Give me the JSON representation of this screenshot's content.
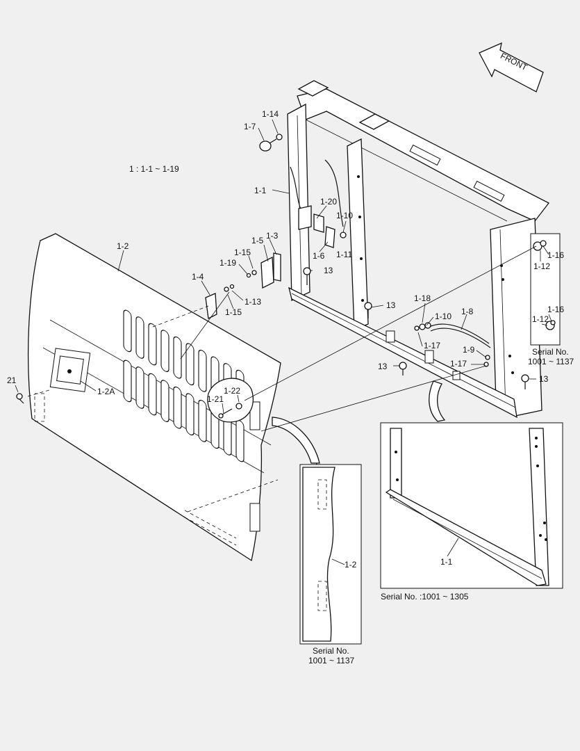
{
  "front_label": "FRONT",
  "range_note": "1 : 1-1 ~ 1-19",
  "serial_box_right": "Serial No.\n1001 ~ 1137",
  "serial_box_right_line1": "Serial No.",
  "serial_box_right_line2": "1001 ~ 1137",
  "serial_box_bottom_line1": "Serial No.",
  "serial_box_bottom_line2": "1001 ~ 1137",
  "serial_box_large": "Serial No. :1001 ~ 1305",
  "callouts": {
    "c1_14": "1-14",
    "c1_7": "1-7",
    "c1_1": "1-1",
    "c1_20": "1-20",
    "c1_10a": "1-10",
    "c1_5": "1-5",
    "c1_3": "1-3",
    "c1_15a": "1-15",
    "c1_19": "1-19",
    "c1_6": "1-6",
    "c1_11": "1-11",
    "c13a": "13",
    "c1_4": "1-4",
    "c1_13": "1-13",
    "c1_15b": "1-15",
    "c1_2": "1-2",
    "c13b": "13",
    "c1_18": "1-18",
    "c1_8": "1-8",
    "c1_10b": "1-10",
    "c1_17a": "1-17",
    "c1_9": "1-9",
    "c1_17b": "1-17",
    "c13c": "13",
    "c13d": "13",
    "c1_16a": "1-16",
    "c1_12a": "1-12",
    "c1_16b": "1-16",
    "c1_12b": "1-12",
    "c21": "21",
    "c1_2A": "1-2A",
    "c1_22": "1-22",
    "c1_21": "1-21",
    "c1_2b": "1-2",
    "c1_1b": "1-1"
  }
}
